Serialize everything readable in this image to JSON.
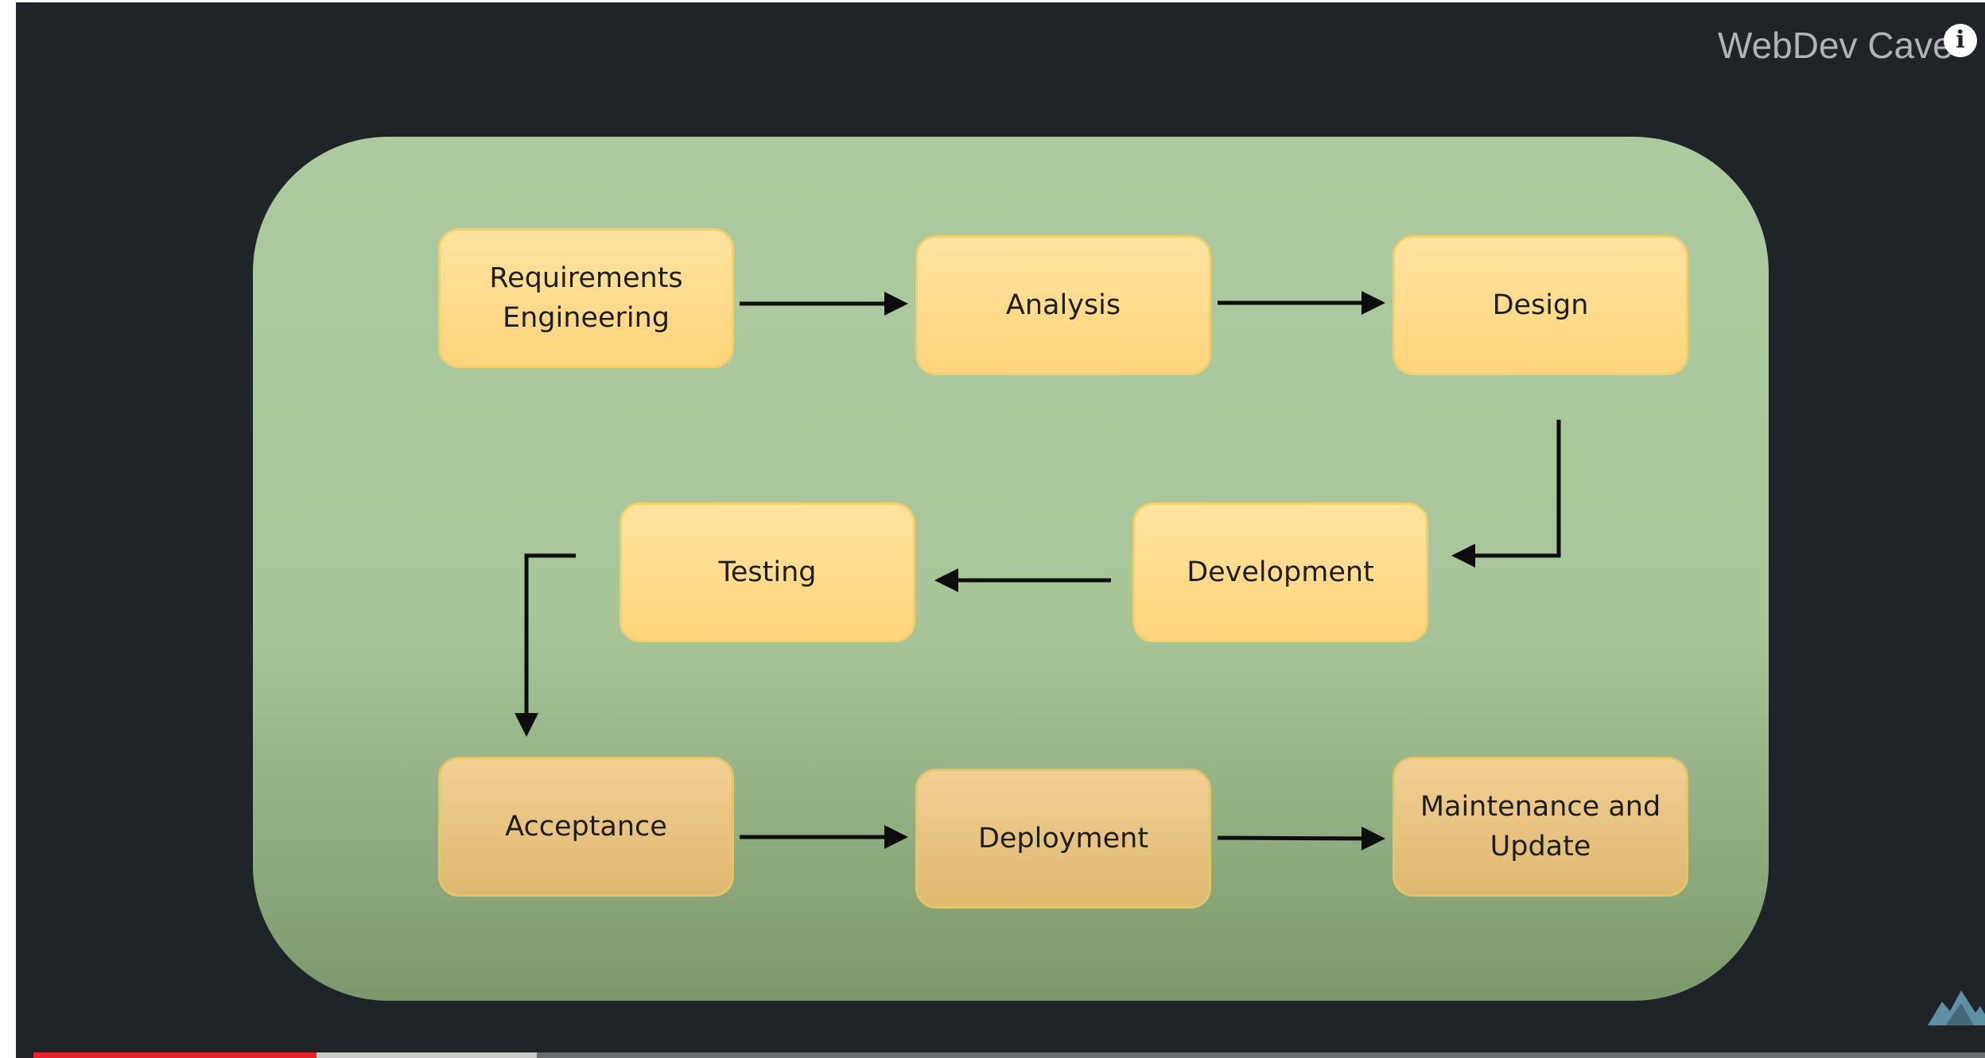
{
  "watermark": "WebDev Cave",
  "info_icon": "i",
  "steps": [
    {
      "label": "Requirements\nEngineering"
    },
    {
      "label": "Analysis"
    },
    {
      "label": "Design"
    },
    {
      "label": "Development"
    },
    {
      "label": "Testing"
    },
    {
      "label": "Acceptance"
    },
    {
      "label": "Deployment"
    },
    {
      "label": "Maintenance and\nUpdate"
    }
  ],
  "player": {
    "played_fraction": 0.145,
    "buffered_fraction": 0.258
  },
  "icons": {
    "info": "info-icon",
    "logo": "mountain-logo-icon"
  },
  "colors": {
    "frame": "#1f2428",
    "panel": "#acc99f",
    "box": "#ffd47c",
    "progress": "#e5252a"
  }
}
